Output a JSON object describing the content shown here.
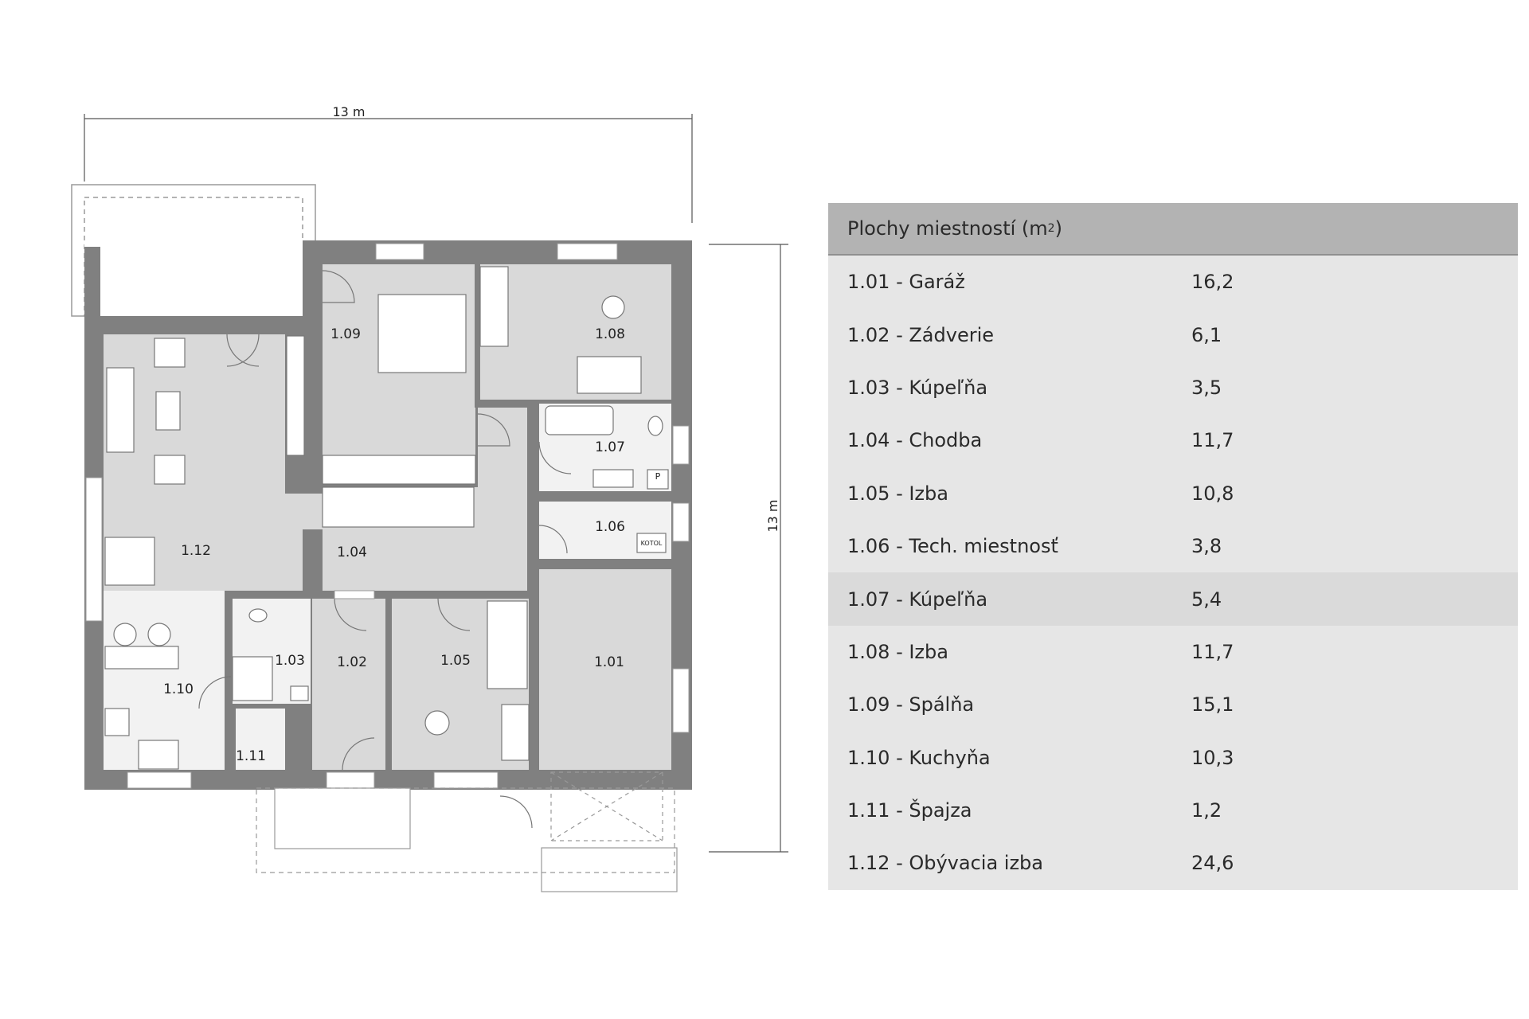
{
  "dimensions": {
    "width_label": "13 m",
    "height_label": "13 m"
  },
  "rooms": [
    {
      "id": "1.01"
    },
    {
      "id": "1.02"
    },
    {
      "id": "1.03"
    },
    {
      "id": "1.04"
    },
    {
      "id": "1.05"
    },
    {
      "id": "1.06"
    },
    {
      "id": "1.07"
    },
    {
      "id": "1.08"
    },
    {
      "id": "1.09"
    },
    {
      "id": "1.10"
    },
    {
      "id": "1.11"
    },
    {
      "id": "1.12"
    }
  ],
  "fixtures": {
    "boiler_label": "KOTOL",
    "p_label": "P"
  },
  "table": {
    "title": "Plochy miestností (m",
    "title_sup": "2",
    "title_close": ")",
    "rows": [
      {
        "name": "1.01 - Garáž",
        "area": "16,2"
      },
      {
        "name": "1.02 - Zádverie",
        "area": "6,1"
      },
      {
        "name": "1.03 - Kúpeľňa",
        "area": "3,5"
      },
      {
        "name": "1.04 - Chodba",
        "area": "11,7"
      },
      {
        "name": "1.05 - Izba",
        "area": "10,8"
      },
      {
        "name": "1.06 - Tech. miestnosť",
        "area": "3,8"
      },
      {
        "name": "1.07 - Kúpeľňa",
        "area": "5,4",
        "highlighted": true
      },
      {
        "name": "1.08 - Izba",
        "area": "11,7"
      },
      {
        "name": "1.09 - Spálňa",
        "area": "15,1"
      },
      {
        "name": "1.10 - Kuchyňa",
        "area": "10,3"
      },
      {
        "name": "1.11 - Špajza",
        "area": "1,2"
      },
      {
        "name": "1.12 - Obývacia izba",
        "area": "24,6"
      }
    ]
  },
  "colors": {
    "wall": "#808080",
    "room_fill": "#d9d9d9",
    "light_fill": "#f2f2f2",
    "table_header": "#b3b3b3",
    "table_body": "#e6e6e6"
  }
}
